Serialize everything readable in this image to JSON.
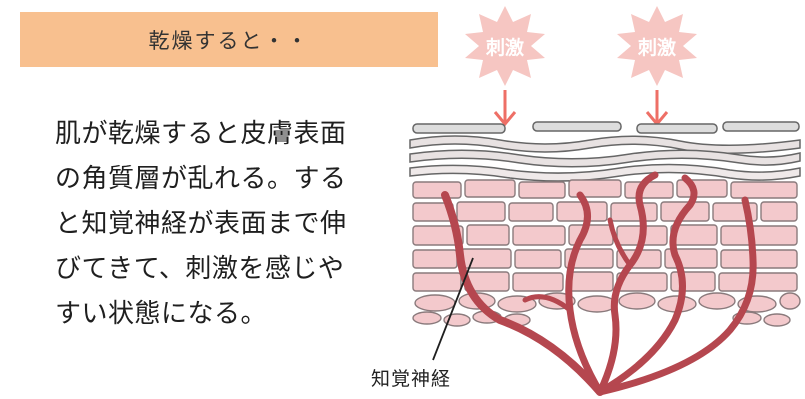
{
  "header": {
    "title": "乾燥すると・・"
  },
  "description": {
    "lines": [
      "肌が乾燥すると皮膚表面",
      "の角質層が乱れる。する",
      "と知覚神経が表面まで伸",
      "びてきて、刺激を感じや",
      "すい状態になる。"
    ]
  },
  "illustration": {
    "stimulus_left": "刺激",
    "stimulus_right": "刺激",
    "nerve_label": "知覚神経"
  },
  "colors": {
    "header_bg": "#f8c08f",
    "stimulus_burst": "#f6c6c2",
    "stimulus_text": "#ffffff",
    "arrow": "#ee6f66",
    "nerve": "#b5474f",
    "cells": "#f3c9cc",
    "cell_outline": "#8a7a7c"
  }
}
